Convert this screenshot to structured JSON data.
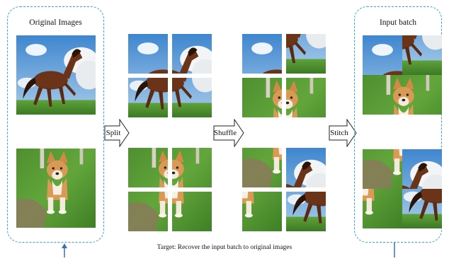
{
  "left_panel": {
    "title": "Original Images"
  },
  "right_panel": {
    "title": "Input batch"
  },
  "steps": [
    {
      "label": "Split"
    },
    {
      "label": "Shuffle"
    },
    {
      "label": "Stitch"
    }
  ],
  "caption": "Target: Recover the input batch to original images",
  "colors": {
    "panel_border": "#2fa3e6",
    "arrow_stroke": "#3b6fb6",
    "sky": "#6aa6dc",
    "grass": "#4d8f2e",
    "horse": "#6b3418",
    "dog": "#d99a55"
  },
  "icons": {
    "process_arrow": "block-right-arrow",
    "indicator_arrow": "up-arrow"
  }
}
